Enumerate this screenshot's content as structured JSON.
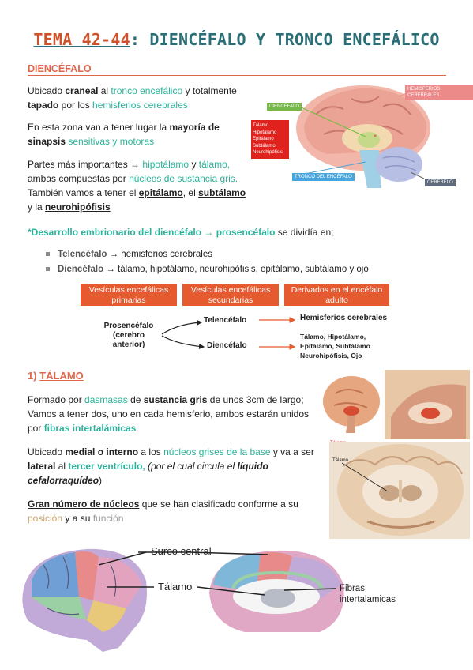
{
  "title": {
    "part1": "TEMA 42-44",
    "part2": ": DIENCÉFALO Y TRONCO ENCEFÁLICO"
  },
  "section1": {
    "heading": "DIENCÉFALO"
  },
  "para1": {
    "a": "Ubicado ",
    "b": "craneal",
    "c": " al ",
    "d": "tronco encefálico",
    "e": " y totalmente",
    "f": "tapado",
    "g": " por los ",
    "h": "hemisferios cerebrales"
  },
  "para2": {
    "a": "En esta zona van a tener lugar la ",
    "b": "mayoría de",
    "c": "sinapsis",
    "d": " sensitivas y motoras"
  },
  "para3": {
    "a": "Partes más importantes → ",
    "b": "hipotálamo",
    "c": " y ",
    "d": "tálamo,",
    "e": "ambas compuestas por ",
    "f": "núcleos de sustancia gris.",
    "g": "También vamos a tener el ",
    "h": "epitálamo",
    "i": ", el ",
    "j": "subtálamo",
    "k": "y la ",
    "l": "neurohipófisis"
  },
  "para4": {
    "a": "*Desarrollo embrionario del diencéfalo → prosencéfalo",
    "b": " se dividía en;"
  },
  "bullets": [
    {
      "term": "Telencéfalo",
      "rest": " → hemisferios cerebrales"
    },
    {
      "term": "Diencéfalo ",
      "rest": " → tálamo, hipotálamo, neurohipófisis, epitálamo, subtálamo y ojo"
    }
  ],
  "embryo": {
    "headers": [
      {
        "l1": "Vesículas encefálicas",
        "l2": "primarias"
      },
      {
        "l1": "Vesículas encefálicas",
        "l2": "secundarias"
      },
      {
        "l1": "Derivados en el encéfalo",
        "l2": "adulto"
      }
    ],
    "prosencefalo": "Prosencéfalo",
    "cerebro_anterior": "(cerebro anterior)",
    "telencefalo": "Telencéfalo",
    "diencefalo": "Diencéfalo",
    "hemisferios": "Hemisferios cerebrales",
    "derivados": [
      "Tálamo, Hipotálamo,",
      "Epitálamo, Subtálamo",
      "Neurohipófisis, Ojo"
    ]
  },
  "brain_labels": {
    "hemisferios": "HEMISFERIOS CEREBRALES",
    "diencefalo": "DIENCÉFALO",
    "tronco": "TRONCO DEL ENCÉFALO",
    "cerebelo": "CEREBELO",
    "list": [
      "Tálamo",
      "Hipotálamo",
      "Epitálamo",
      "Subtálamo",
      "Neurohipófisis"
    ]
  },
  "section2": {
    "num": "1) ",
    "heading": "TÁLAMO"
  },
  "para5": {
    "a": "Formado por ",
    "b": "dasmasas",
    "c": " de ",
    "d": "sustancia gris",
    "e": " de unos 3cm de largo;",
    "f": "Vamos a tener dos, uno en cada hemisferio, ambos estarán unidos",
    "g": "por ",
    "h": "fibras intertalámicas"
  },
  "para6": {
    "a": "Ubicado ",
    "b": "medial o interno",
    "c": " a los ",
    "d": "núcleos grises de la base",
    "e": " y va a ser",
    "f": "lateral",
    "g": " al ",
    "h": "tercer ventrículo,",
    "i": " (por el cual circula el ",
    "j": "líquido",
    "k": "cefalorraquídeo",
    "l": ")"
  },
  "para7": {
    "a": "Gran número de núcleos",
    "b": " que se han clasificado conforme a su",
    "c": "posición",
    "d": " y a su ",
    "e": "función"
  },
  "img_labels": {
    "talamo_red": "Tálamo",
    "talamo_black": "Tálamo"
  },
  "bottom_labels": {
    "surco": "Surco central",
    "talamo": "Tálamo",
    "fibras1": "Fibras",
    "fibras2": "intertalamicas"
  }
}
